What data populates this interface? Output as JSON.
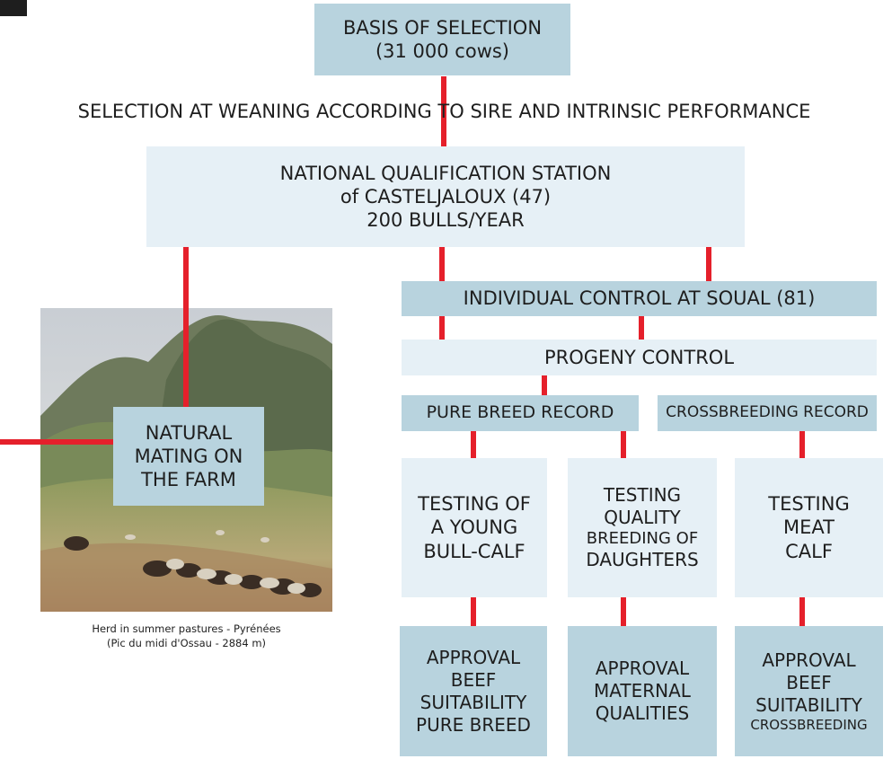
{
  "top_box": {
    "line1": "BASIS OF SELECTION",
    "line2": "(31 000 cows)"
  },
  "selection_label": "SELECTION AT WEANING ACCORDING TO SIRE AND INTRINSIC PERFORMANCE",
  "station_box": {
    "line1": "NATIONAL QUALIFICATION STATION",
    "line2": "of CASTELJALOUX (47)",
    "line3": "200 BULLS/YEAR"
  },
  "individual_control": "INDIVIDUAL CONTROL AT SOUAL (81)",
  "progeny_control": "PROGENY CONTROL",
  "pure_breed_record": "PURE BREED RECORD",
  "crossbreeding_record": "CROSSBREEDING RECORD",
  "natural_mating": {
    "line1": "NATURAL",
    "line2": "MATING ON",
    "line3": "THE FARM"
  },
  "testing": [
    {
      "lines": [
        "TESTING OF",
        "A YOUNG",
        "BULL-CALF"
      ]
    },
    {
      "lines": [
        "TESTING",
        "QUALITY",
        "BREEDING OF",
        "DAUGHTERS"
      ]
    },
    {
      "lines": [
        "TESTING",
        "MEAT",
        "CALF"
      ]
    }
  ],
  "approval": [
    {
      "lines": [
        "APPROVAL",
        "BEEF",
        "SUITABILITY",
        "PURE BREED"
      ]
    },
    {
      "lines": [
        "APPROVAL",
        "MATERNAL",
        "QUALITIES"
      ]
    },
    {
      "lines": [
        "APPROVAL",
        "BEEF",
        "SUITABILITY",
        "CROSSBREEDING"
      ]
    }
  ],
  "photo_caption": {
    "line1": "Herd in summer pastures - Pyrénées",
    "line2": "(Pic du midi d'Ossau - 2884 m)"
  },
  "colors": {
    "connector": "#e5202b",
    "box_dark": "#b8d3de",
    "box_light": "#e6f0f6"
  }
}
